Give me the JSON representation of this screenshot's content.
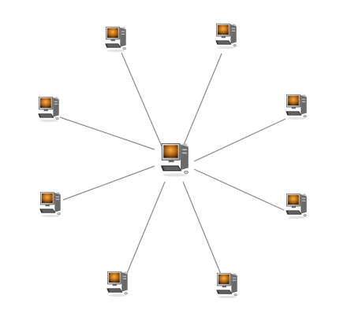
{
  "diagram": {
    "topology": "star",
    "hub": {
      "icon": "desktop-computer-icon",
      "label": ""
    },
    "nodes": [
      {
        "id": "workstation-top-left",
        "icon": "desktop-computer-icon"
      },
      {
        "id": "workstation-top-right",
        "icon": "desktop-computer-icon"
      },
      {
        "id": "workstation-left-upper",
        "icon": "desktop-computer-icon"
      },
      {
        "id": "workstation-right-upper",
        "icon": "desktop-computer-icon"
      },
      {
        "id": "workstation-left-lower",
        "icon": "desktop-computer-icon"
      },
      {
        "id": "workstation-right-lower",
        "icon": "desktop-computer-icon"
      },
      {
        "id": "workstation-bottom-left",
        "icon": "desktop-computer-icon"
      },
      {
        "id": "workstation-bottom-right",
        "icon": "desktop-computer-icon"
      }
    ],
    "colors": {
      "background": "#ffffff",
      "link": "#8a8a8a",
      "case": "#dcdcdc",
      "case_dark": "#4a4a4a",
      "screen": "#c97a1a",
      "keyboard": "#3a3a3a"
    }
  }
}
